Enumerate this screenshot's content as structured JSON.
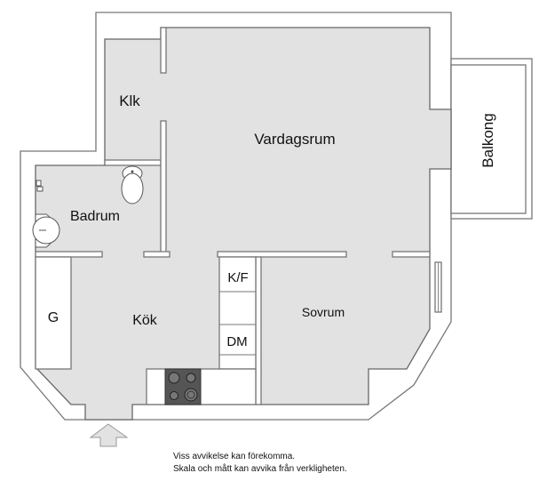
{
  "rooms": {
    "klk": "Klk",
    "vardagsrum": "Vardagsrum",
    "balkong": "Balkong",
    "badrum": "Badrum",
    "kok": "Kök",
    "sovrum": "Sovrum",
    "garderob": "G",
    "kyl_frys": "K/F",
    "diskmaskin": "DM"
  },
  "disclaimer": {
    "line1": "Viss avvikelse kan förekomma.",
    "line2": "Skala och mått kan avvika från verkligheten."
  },
  "colors": {
    "floor": "#e2e2e2",
    "wall": "#ffffff",
    "hob": "#555555"
  }
}
